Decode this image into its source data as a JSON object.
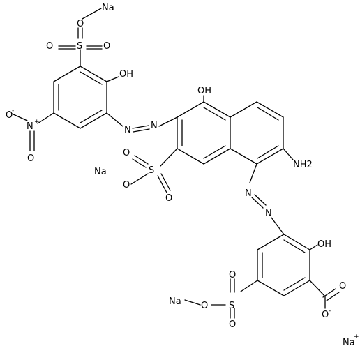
{
  "molecule": {
    "atoms": {
      "na_top": "Na",
      "o_top": "O",
      "s_top": "S",
      "o_top_left": "O",
      "o_top_right": "O",
      "oh_top": "OH",
      "o_minus_nitro": "O",
      "minus_sign": "-",
      "n_nitro": "N",
      "plus_sign": "+",
      "o_nitro_down": "O",
      "n_azo1_a": "N",
      "n_azo1_b": "N",
      "oh_mid": "OH",
      "s_mid": "S",
      "o_mid_top": "O",
      "o_mid_bottom": "O",
      "o_mid_ester": "O",
      "na_mid": "Na",
      "nh2": "NH2",
      "n_azo2_a": "N",
      "n_azo2_b": "N",
      "oh_bottom": "OH",
      "o_carboxyl_top": "O",
      "o_carboxyl_minus": "O",
      "minus_carboxyl": "-",
      "s_bottom": "S",
      "o_bottom_top": "O",
      "o_bottom_bottom": "O",
      "o_bottom_ester": "O",
      "na_bottom": "Na",
      "na_ion": "Na",
      "na_ion_charge": "+"
    }
  }
}
